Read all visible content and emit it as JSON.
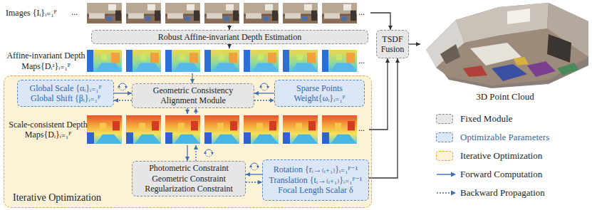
{
  "diagram": {
    "nodes": [
      {
        "text": [
          "Images {Iᵢ}ᵢ₌₁ᴾ"
        ]
      },
      {
        "text": [
          "Robust Affine-invariant Depth Estimation"
        ]
      },
      {
        "text": [
          "TSDF Fusion"
        ]
      },
      {
        "text": [
          "3D Point Cloud"
        ]
      },
      {
        "text": [
          "Affine-invariant Depth Maps{Dᵢᵃ}ᵢ₌₁ᴾ"
        ]
      },
      {
        "text": [
          "Iterative Optimization"
        ]
      },
      {
        "text": [
          "Global Scale {αᵢ}ᵢ₌₁ᴾ",
          "Global Shift {βᵢ}ᵢ₌₁ᴾ"
        ],
        "in": 5
      },
      {
        "text": [
          "Geometric Consistency Alignment Module"
        ],
        "in": 5
      },
      {
        "text": [
          "Sparse Points Weight{ωᵢ}ᵢ₌₁ᴾ"
        ],
        "in": 5
      },
      {
        "text": [
          "Scale-consistent Depth Maps{Dᵢ}ᵢ₌₁ᴾ"
        ],
        "in": 5
      },
      {
        "text": [
          "Photometric Constraint",
          "Geometric Constraint",
          "Regularization Constraint"
        ],
        "in": 5
      },
      {
        "text": [
          "Rotation {rᵢ→₍ᵢ₊₁₎}ᵢ₌₁ᴾ⁻¹",
          "Translation {tᵢ→₍ᵢ₊₁₎}ᵢ₌₁ᴾ⁻¹",
          "Focal Length Scalar δ"
        ],
        "in": 5
      }
    ],
    "edges": [
      {
        "from": 0,
        "to": 1,
        "arrow": "to"
      },
      {
        "from": 1,
        "to": 4,
        "arrow": "to"
      },
      {
        "from": 4,
        "to": 7,
        "arrow": "to"
      },
      {
        "from": 6,
        "to": 7,
        "arrow": "to"
      },
      {
        "from": 7,
        "to": 6,
        "arrow": "to"
      },
      {
        "from": 8,
        "to": 7,
        "arrow": "to"
      },
      {
        "from": 7,
        "to": 8,
        "arrow": "to"
      },
      {
        "from": 7,
        "to": 9,
        "arrow": "to"
      },
      {
        "from": 9,
        "to": 7,
        "arrow": "to"
      },
      {
        "from": 9,
        "to": 10,
        "arrow": "to"
      },
      {
        "from": 10,
        "to": 9,
        "arrow": "to"
      },
      {
        "from": 11,
        "to": 10,
        "arrow": "to"
      },
      {
        "from": 10,
        "to": 11,
        "arrow": "to"
      },
      {
        "from": 0,
        "to": 2,
        "arrow": "to"
      },
      {
        "from": 9,
        "to": 2,
        "arrow": "to"
      },
      {
        "from": 11,
        "to": 2,
        "arrow": "to"
      },
      {
        "from": 2,
        "to": 3,
        "arrow": "to"
      }
    ],
    "labels": [
      "...",
      "...",
      "...",
      "..."
    ],
    "legend": [
      {
        "text": "Fixed Module",
        "color": "#e6e6e6"
      },
      {
        "text": "Optimizable Parameters",
        "color": "#dbe7f5"
      },
      {
        "text": "Iterative Optimization",
        "color": "#fdf2d6"
      },
      {
        "text": "Forward Computation"
      },
      {
        "text": "Backward Propagation"
      }
    ]
  }
}
